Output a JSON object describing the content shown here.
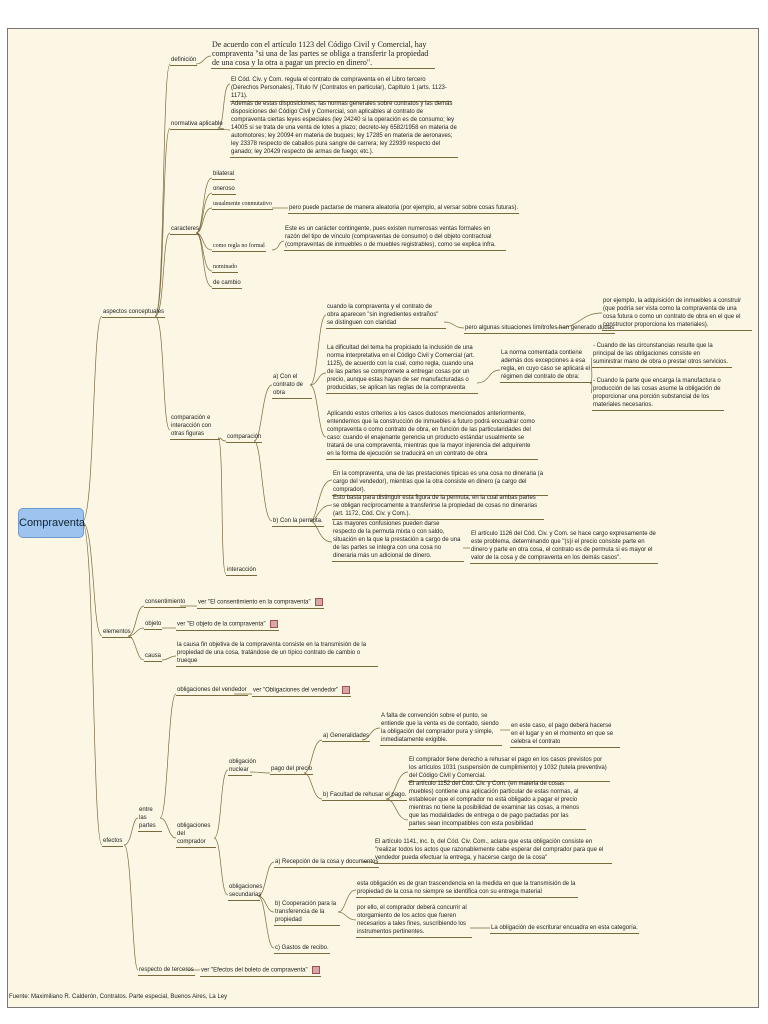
{
  "root": "Compraventa",
  "branches": {
    "aspectos": "aspectos conceptuales",
    "definicion": "definición",
    "definicion_text": "De acuerdo con el artículo 1123 del Código Civil y Comercial, hay compraventa \"si una de las partes se obliga a transferir la propiedad de una cosa y la otra a pagar un precio en dinero\".",
    "normativa": "normativa aplicable",
    "normativa_1": "El Cód. Civ. y Com. regula el contrato de compraventa en el Libro tercero (Derechos Personales), Título IV (Contratos en particular), Capítulo 1 (arts. 1123-1171).",
    "normativa_2": "Además de estas disposiciones, las normas generales sobre contratos y las demás disposiciones del Código Civil y Comercial, son aplicables al contrato de compraventa ciertas leyes especiales (ley 24240 si la operación es de consumo; ley 14005 si se trata de una venta de lotes a plazo; decreto-ley 6582/1958 en materia de automotores; ley 20094 en materia de buques; ley 17285 en materia de aeronaves; ley 23378 respecto de caballos pura sangre de carrera; ley 22939 respecto del ganado; ley 20429 respecto de armas de fuego; etc.).",
    "caracteres": "caracteres",
    "bilateral": "bilateral",
    "oneroso": "oneroso",
    "conmutativo": "usualmente conmutativo",
    "conmutativo_note": "pero puede pactarse de manera aleatoria (por ejemplo, al versar sobre cosas futuras).",
    "no_formal": "como regla no formal",
    "no_formal_note": "Este es un carácter contingente, pues existen numerosas ventas formales en razón del tipo de vínculo (compraventas de consumo) o del objeto contractual (compraventas de inmuebles o de muebles registrables), como se explica infra.",
    "nominado": "nominado",
    "de_cambio": "de cambio",
    "comparacion": "comparación e interacción con otras figuras",
    "comparacion_sub": "comparación",
    "obra": "a) Con el contrato de obra",
    "obra_1": "cuando la compraventa y el contrato de obra aparecen \"sin ingredientes extraños\" se distinguen con claridad",
    "obra_1b": "pero algunas situaciones limítrofes han generado dudas",
    "obra_1c": "por ejemplo, la adquisición de inmuebles a construir (que podría ser vista como la compraventa de una cosa futura o como un contrato de obra en el que el constructor proporciona los materiales).",
    "obra_2": "La dificultad del tema ha propiciado la inclusión de una norma interpretativa en el Código Civil y Comercial (art. 1125), de acuerdo con la cual, como regla, cuando una de las partes se compromete a entregar cosas por un precio, aunque estas hayan de ser manufacturadas o producidas, se aplican las reglas de la compraventa",
    "obra_2b": "La norma comentada contiene además dos excepciones a esa regla, en cuyo caso se aplicará el régimen del contrato de obra:",
    "obra_2c": "- Cuando de las circunstancias resulte que la principal de las obligaciones consiste en suministrar mano de obra o prestar otros servicios.",
    "obra_2d": "- Cuando la parte que encarga la manufactura o producción de las cosas asume la obligación de proporcionar una porción substancial de los materiales necesarios.",
    "obra_3": "Aplicando estos criterios a los casos dudosos mencionados anteriormente, entendemos que la construcción de inmuebles a futuro podrá encuadrar como compraventa o como contrato de obra, en función de las particularidades del caso: cuando el enajenante gerencia un producto estándar usualmente se tratará de una compraventa, mientras que la mayor injerencia del adquirente en la forma de ejecución se traducirá en un contrato de obra",
    "permuta": "b) Con la permuta.",
    "permuta_1": "En la compraventa, una de las prestaciones típicas es una cosa no dineraria (a cargo del vendedor), mientras que la otra consiste en dinero (a cargo del comprador).",
    "permuta_2": "Esto basta para distinguir esta figura de la permuta, en la cual ambas partes se obligan recíprocamente a transferirse la propiedad de cosas no dinerarias (art. 1172, Cód. Civ. y Com.).",
    "permuta_3": "Las mayores confusiones pueden darse respecto de la permuta mixta o con saldo, situación en la que la prestación a cargo de una de las partes se integra con una cosa no dineraria más un adicional de dinero.",
    "permuta_3b": "El artículo 1126 del Cód. Civ. y Com. se hace cargo expresamente de este problema, determinando que \"(s)i el precio consiste parte en dinero y parte en otra cosa, el contrato es de permuta si es mayor el valor de la cosa y de compraventa en los demás casos\".",
    "interaccion": "interacción",
    "elementos": "elementos",
    "consentimiento": "consentimiento",
    "consentimiento_ref": "ver \"El consentimiento en la compraventa\"",
    "objeto": "objeto",
    "objeto_ref": "ver \"El objeto de la compraventa\"",
    "causa": "causa",
    "causa_text": "la causa fin objetiva de la compraventa consiste en la transmisión de la propiedad de una cosa, tratándose de un típico contrato de cambio o trueque",
    "efectos": "efectos",
    "entre_partes": "entre las partes",
    "obl_vendedor": "obligaciones del vendedor",
    "obl_vendedor_ref": "ver \"Obligaciones del vendedor\"",
    "obl_comprador": "obligaciones del comprador",
    "nuclear": "obligación nuclear",
    "pago": "pago del precio",
    "generalidades": "a) Generalidades",
    "generalidades_1": "A falta de convención sobre el punto, se entiende que la venta es de contado, siendo la obligación del comprador pura y simple, inmediatamente exigible.",
    "generalidades_2": "en este caso, el pago deberá hacerse en el lugar y en el momento en que se celebra el contrato",
    "rehusar": "b) Facultad de rehusar el pago.",
    "rehusar_1": "El comprador tiene derecho a rehusar el pago en los casos previstos por los artículos 1031 (suspensión de cumplimiento) y 1032 (tutela preventiva) del Código Civil y Comercial.",
    "rehusar_2": "El artículo 1152 del Cód. Civ. y Com. (en materia de cosas muebles) contiene una aplicación particular de estas normas, al establecer que el comprador no está obligado a pagar el precio mientras no tiene la posibilidad de examinar las cosas, a menos que las modalidades de entrega o de pago pactadas por las partes sean incompatibles con esta posibilidad",
    "secundarias": "obligaciones secundarias",
    "recepcion": "a) Recepción de la cosa y documentos",
    "recepcion_1": "El artículo 1141, inc. b, del Cód. Civ. Com., aclara que esta obligación consiste en \"realizar todos los actos que razonablemente cabe esperar del comprador para que el vendedor pueda efectuar la entrega, y hacerse cargo de la cosa\"",
    "cooperacion": "b) Cooperación para la transferencia de la propiedad",
    "cooperacion_1": "esta obligación es de gran trascendencia en la medida en que la transmisión de la propiedad de la cosa no siempre se identifica con su entrega material",
    "cooperacion_2": "por ello, el comprador deberá concurrir al otorgamiento de los actos que fueren necesarios a tales fines, suscribiendo los instrumentos pertinentes.",
    "cooperacion_3": "La obligación de escriturar encuadra en esta categoría.",
    "gastos": "c) Gastos de recibo.",
    "terceros": "respecto de terceros",
    "terceros_ref": "ver \"Efectos del boleto de compraventa\""
  },
  "source": "Fuente: Maximiliano R. Calderón, Contratos. Parte especial, Buenos Aires, La Ley",
  "colors": {
    "background": "#fbf7e4",
    "root_fill": "#9dc4ee",
    "connector": "#7a6a3e",
    "link_icon": "#d9a6a6"
  },
  "icons": [
    "note-link-icon"
  ]
}
